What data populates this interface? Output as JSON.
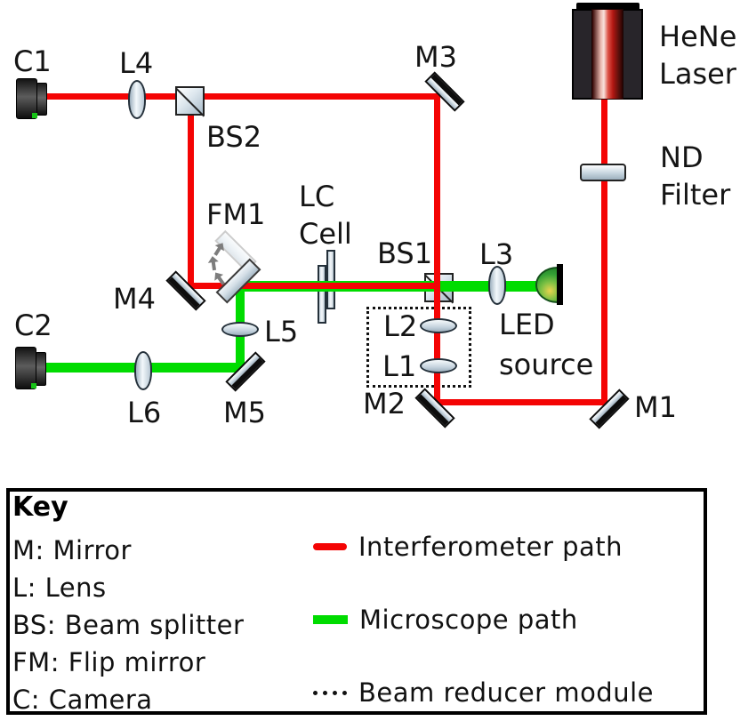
{
  "figure_type": "optical-setup-schematic",
  "diagram": {
    "components": {
      "c1": "C1",
      "l4": "L4",
      "bs2": "BS2",
      "fm1": "FM1",
      "m3": "M3",
      "m4": "M4",
      "m5": "M5",
      "m2": "M2",
      "m1": "M1",
      "bs1": "BS1",
      "l1": "L1",
      "l2": "L2",
      "l3": "L3",
      "l5": "L5",
      "l6": "L6",
      "c2": "C2",
      "lc_cell_line1": "LC",
      "lc_cell_line2": "Cell",
      "laser_line1": "HeNe",
      "laser_line2": "Laser",
      "nd_line1": "ND",
      "nd_line2": "Filter",
      "led_line1": "LED",
      "led_line2": "source"
    },
    "colors": {
      "interferometer_path": "#f40404",
      "microscope_path": "#00dc00",
      "optic_face": "#cdd9e2",
      "mirror_back": "#0d0d0d"
    }
  },
  "key": {
    "title": "Key",
    "items": [
      {
        "label": "M: Mirror"
      },
      {
        "label": "L: Lens"
      },
      {
        "label": "BS: Beam splitter"
      },
      {
        "label": "FM: Flip mirror"
      },
      {
        "label": "C: Camera"
      }
    ],
    "legend": [
      {
        "label": "Interferometer path",
        "swatch": "red-line",
        "color": "#f40404"
      },
      {
        "label": "Microscope path",
        "swatch": "green-line",
        "color": "#00dc00"
      },
      {
        "label": "Beam reducer module",
        "swatch": "dotted-line",
        "color": "#111111"
      }
    ]
  }
}
